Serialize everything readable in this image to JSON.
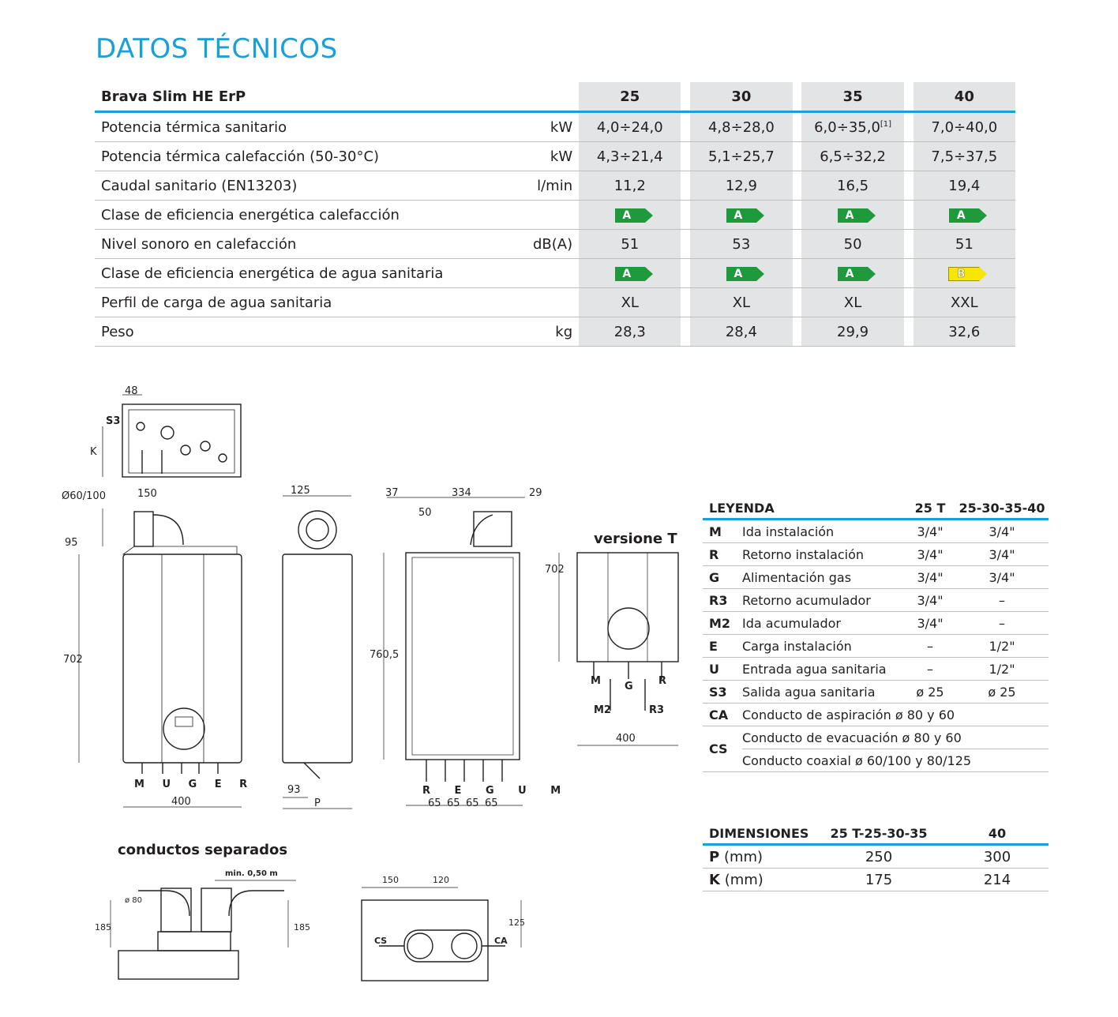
{
  "title": "DATOS TÉCNICOS",
  "spec_table": {
    "product": "Brava Slim HE ErP",
    "models": [
      "25",
      "30",
      "35",
      "40"
    ],
    "rows": [
      {
        "label": "Potencia térmica sanitario",
        "unit": "kW",
        "values": [
          "4,0÷24,0",
          "4,8÷28,0",
          "6,0÷35,0",
          "7,0÷40,0"
        ],
        "note": "[1]"
      },
      {
        "label": "Potencia térmica calefacción (50-30°C)",
        "unit": "kW",
        "values": [
          "4,3÷21,4",
          "5,1÷25,7",
          "6,5÷32,2",
          "7,5÷37,5"
        ]
      },
      {
        "label": "Caudal sanitario (EN13203)",
        "unit": "l/min",
        "values": [
          "11,2",
          "12,9",
          "16,5",
          "19,4"
        ]
      },
      {
        "label": "Clase de eficiencia energética calefacción",
        "unit": "",
        "badges": [
          "A",
          "A",
          "A",
          "A"
        ]
      },
      {
        "label": "Nivel sonoro en calefacción",
        "unit": "dB(A)",
        "values": [
          "51",
          "53",
          "50",
          "51"
        ]
      },
      {
        "label": "Clase de eficiencia energética de agua sanitaria",
        "unit": "",
        "badges": [
          "A",
          "A",
          "A",
          "B"
        ]
      },
      {
        "label": "Perfil de carga de agua sanitaria",
        "unit": "",
        "values": [
          "XL",
          "XL",
          "XL",
          "XXL"
        ]
      },
      {
        "label": "Peso",
        "unit": "kg",
        "values": [
          "28,3",
          "28,4",
          "29,9",
          "32,6"
        ]
      }
    ]
  },
  "colors": {
    "accent": "#1aa0d8",
    "class_a": "#1e9a3c",
    "class_b": "#f6e600",
    "value_bg": "#e3e4e5"
  },
  "drawing": {
    "top_view": {
      "dim_48": "48",
      "s3": "S3",
      "k": "K"
    },
    "front_view": {
      "dia": "Ø60/100",
      "w150": "150",
      "h95": "95",
      "h702": "702",
      "w400": "400",
      "connections": "M U G E R"
    },
    "side_view": {
      "w125": "125",
      "w93": "93",
      "p": "P"
    },
    "back_view": {
      "w37": "37",
      "w334": "334",
      "w29": "29",
      "w50": "50",
      "h760": "760,5",
      "connections": "R E G U M",
      "spacing": "65"
    },
    "version_t": {
      "title": "versione T",
      "h702": "702",
      "w400": "400",
      "m": "M",
      "g": "G",
      "r": "R",
      "m2": "M2",
      "r3": "R3"
    },
    "separated": {
      "title": "conductos separados",
      "min": "min. 0,50 m",
      "dia80": "ø 80",
      "h185a": "185",
      "h185b": "185"
    },
    "plan_view": {
      "w150": "150",
      "w120": "120",
      "h125": "125",
      "cs": "CS",
      "ca": "CA"
    }
  },
  "legend": {
    "header": {
      "title": "LEYENDA",
      "c1": "25 T",
      "c2": "25-30-35-40"
    },
    "rows": [
      {
        "code": "M",
        "desc": "Ida instalación",
        "c1": "3/4\"",
        "c2": "3/4\""
      },
      {
        "code": "R",
        "desc": "Retorno instalación",
        "c1": "3/4\"",
        "c2": "3/4\""
      },
      {
        "code": "G",
        "desc": "Alimentación gas",
        "c1": "3/4\"",
        "c2": "3/4\""
      },
      {
        "code": "R3",
        "desc": "Retorno acumulador",
        "c1": "3/4\"",
        "c2": "–"
      },
      {
        "code": "M2",
        "desc": "Ida acumulador",
        "c1": "3/4\"",
        "c2": "–"
      },
      {
        "code": "E",
        "desc": "Carga instalación",
        "c1": "–",
        "c2": "1/2\""
      },
      {
        "code": "U",
        "desc": "Entrada agua sanitaria",
        "c1": "–",
        "c2": "1/2\""
      },
      {
        "code": "S3",
        "desc": "Salida agua sanitaria",
        "c1": "ø 25",
        "c2": "ø 25"
      },
      {
        "code": "CA",
        "desc": "Conducto de aspiración ø 80 y 60"
      },
      {
        "code": "CS",
        "desc": "Conducto de evacuación ø 80 y 60",
        "desc2": "Conducto coaxial ø 60/100 y 80/125"
      }
    ]
  },
  "dimensions": {
    "header": {
      "title": "DIMENSIONES",
      "c1": "25 T-25-30-35",
      "c2": "40"
    },
    "rows": [
      {
        "code": "P",
        "unit": "(mm)",
        "c1": "250",
        "c2": "300"
      },
      {
        "code": "K",
        "unit": "(mm)",
        "c1": "175",
        "c2": "214"
      }
    ]
  }
}
